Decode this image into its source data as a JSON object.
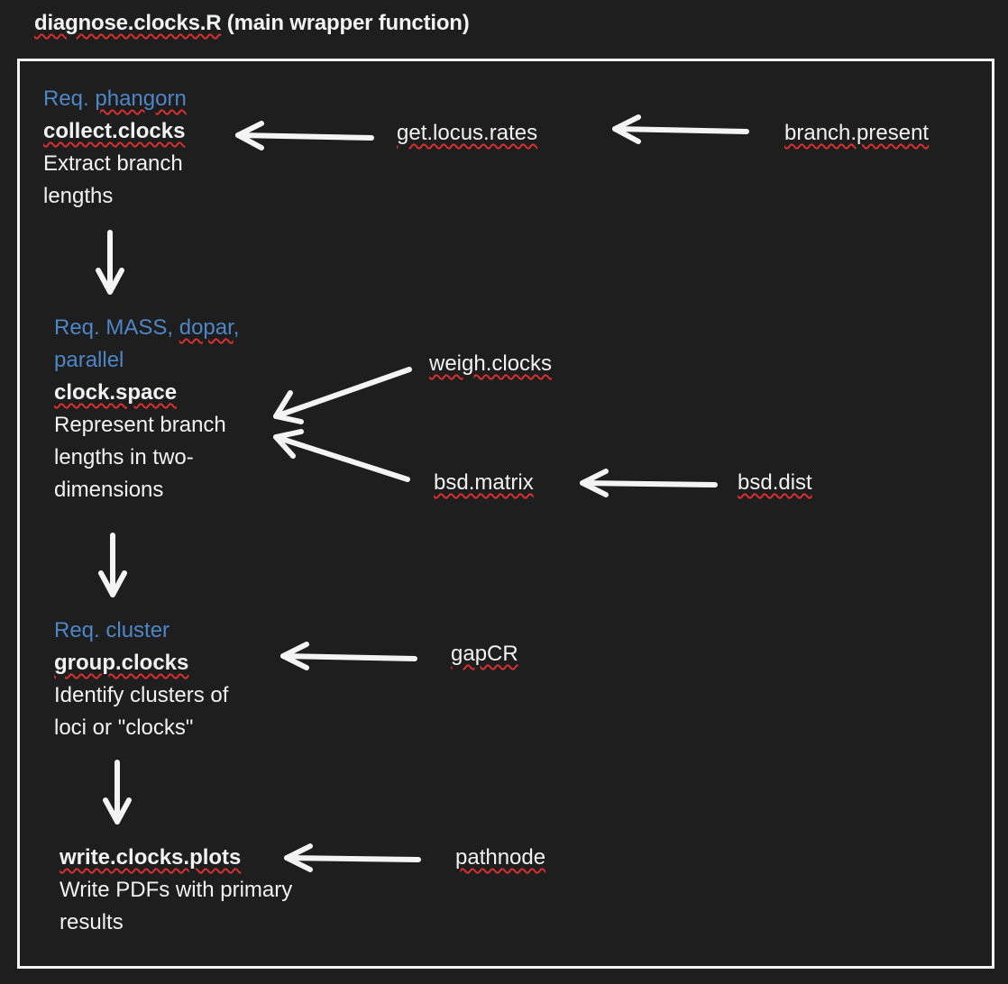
{
  "title": {
    "file": "diagnose.clocks.R",
    "rest": " (main wrapper function)"
  },
  "nodes": {
    "collect": {
      "req_prefix": "Req. ",
      "req_pkg": "phangorn",
      "name": "collect.clocks",
      "desc_line1": "Extract branch",
      "desc_line2": "lengths"
    },
    "space": {
      "req_line1_a": "Req. MASS, ",
      "req_line1_b": "dopar",
      "req_line1_c": ",",
      "req_line2": "parallel",
      "name": "clock.space",
      "desc_line1": "Represent branch",
      "desc_line2": "lengths in two-",
      "desc_line3": "dimensions"
    },
    "group": {
      "req": "Req. cluster",
      "name": "group.clocks",
      "desc_line1": "Identify clusters of",
      "desc_line2": "loci or \"clocks\""
    },
    "plots": {
      "name": "write.clocks.plots",
      "desc_line1": "Write PDFs with primary",
      "desc_line2": "results"
    }
  },
  "helpers": {
    "get_locus_rates": "get.locus.rates",
    "branch_present": "branch.present",
    "weigh_clocks": "weigh.clocks",
    "bsd_matrix": "bsd.matrix",
    "bsd_dist": "bsd.dist",
    "gapcr": "gapCR",
    "pathnode": "pathnode"
  },
  "colors": {
    "background": "#1e1e1e",
    "text": "#f2f2f2",
    "requirement": "#4f86c6",
    "spellcheck": "#d63030"
  }
}
